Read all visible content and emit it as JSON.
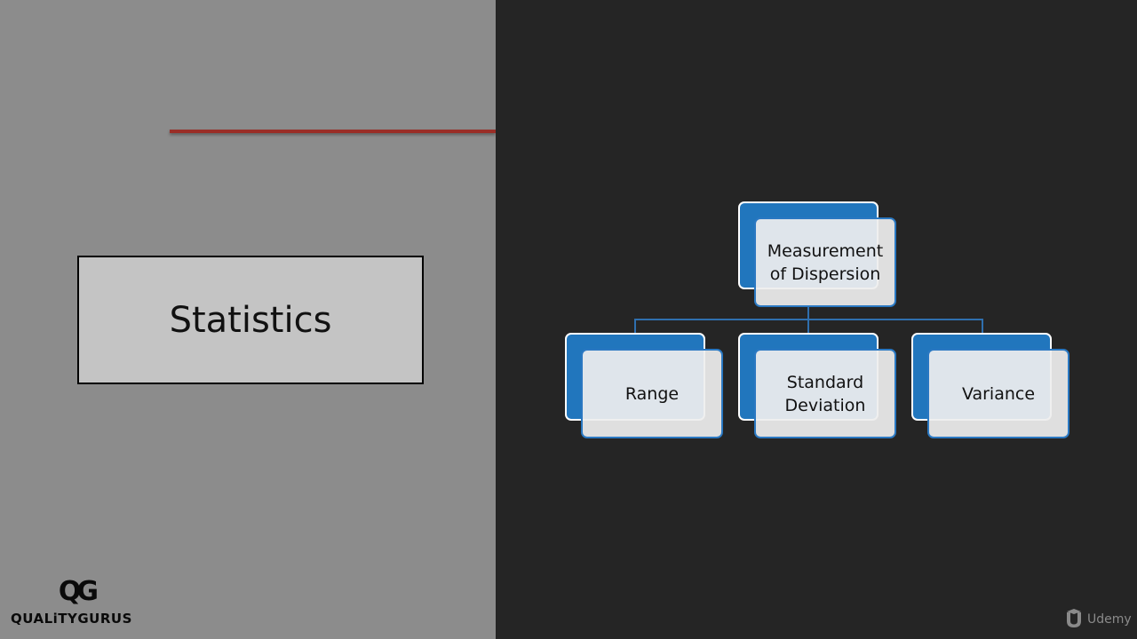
{
  "slide": {
    "title": "Statistics"
  },
  "diagram": {
    "root": {
      "label": "Measurement\nof Dispersion"
    },
    "children": [
      {
        "label": "Range"
      },
      {
        "label": "Standard\nDeviation"
      },
      {
        "label": "Variance"
      }
    ],
    "colors": {
      "node_fill": "#2176bd",
      "node_face": "#eeeeee",
      "connector": "#2f6fae"
    }
  },
  "branding": {
    "logo_mark": "QG",
    "logo_text": "QUALiTYGURUS",
    "platform": "Udemy",
    "platform_icon": "udemy-u-icon"
  },
  "colors": {
    "left_panel": "#8c8c8c",
    "right_panel": "#252525",
    "accent_rule": "#9a2e27"
  }
}
